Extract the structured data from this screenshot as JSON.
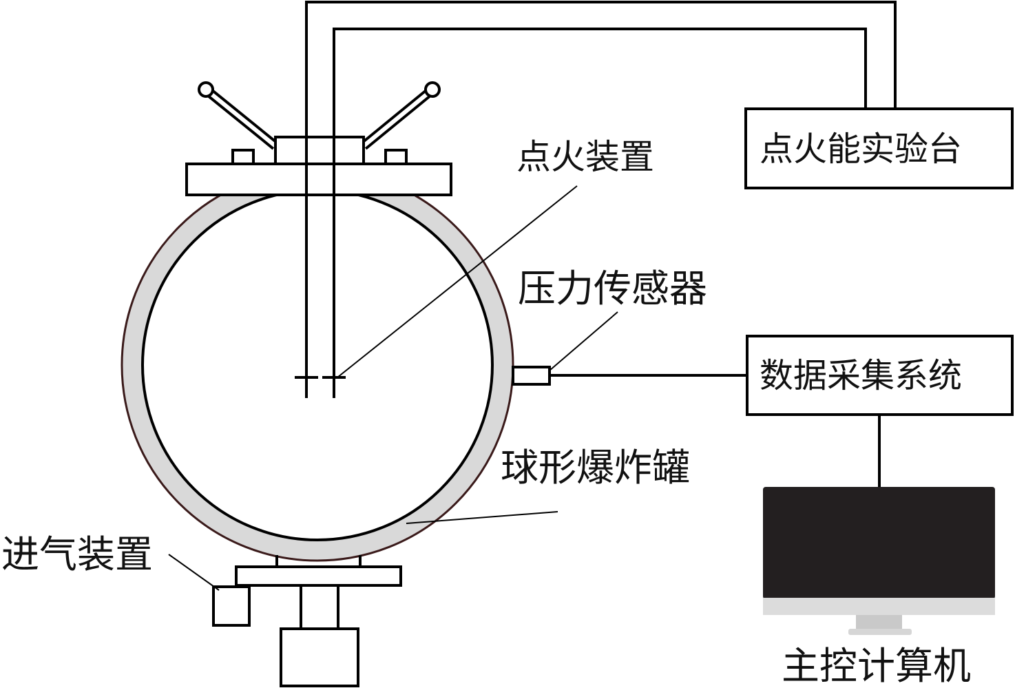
{
  "labels": {
    "ignition_device": "点火装置",
    "ignition_energy_bench": "点火能实验台",
    "pressure_sensor": "压力传感器",
    "data_acquisition": "数据采集系统",
    "spherical_vessel": "球形爆炸罐",
    "gas_inlet": "进气装置",
    "host_computer": "主控计算机"
  },
  "colors": {
    "vessel_wall": "#d9d9d9",
    "vessel_outline": "#3a1a1a",
    "screen": "#231f20"
  }
}
